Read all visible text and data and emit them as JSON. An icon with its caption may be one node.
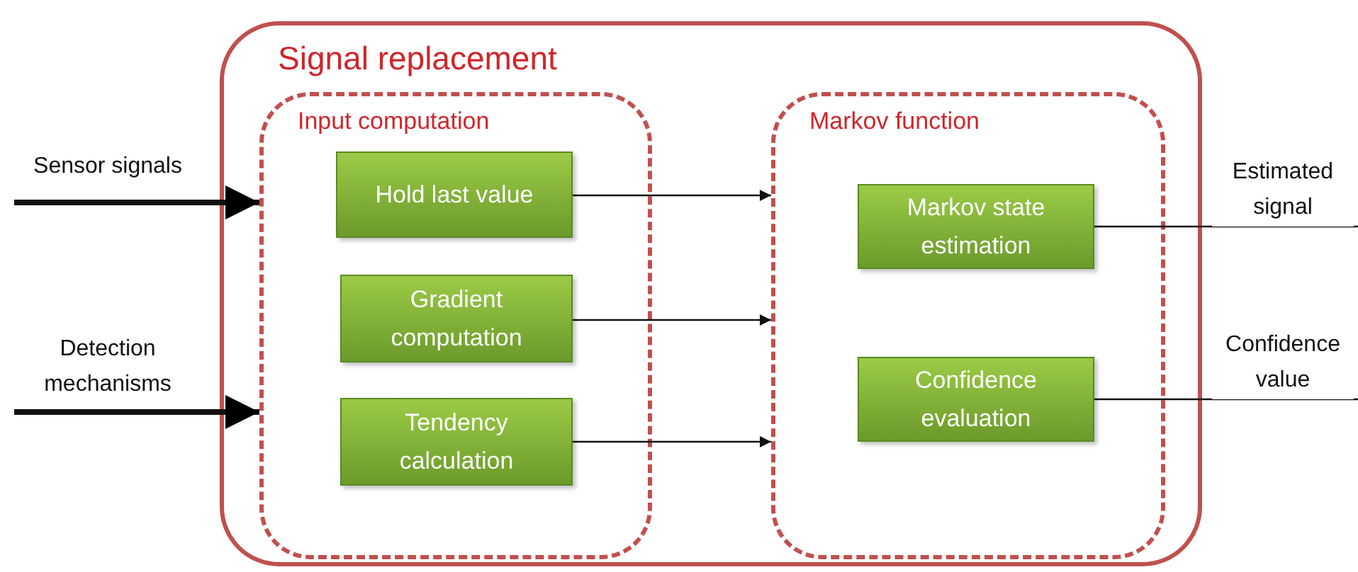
{
  "diagram": {
    "nodes": [
      {
        "text": [
          "Signal replacement"
        ]
      },
      {
        "text": [
          "Input computation"
        ],
        "in": 0
      },
      {
        "text": [
          "Hold last value"
        ],
        "in": 1
      },
      {
        "text": [
          "Gradient computation"
        ],
        "in": 1
      },
      {
        "text": [
          "Tendency calculation"
        ],
        "in": 1
      },
      {
        "text": [
          "Markov function"
        ],
        "in": 0
      },
      {
        "text": [
          "Markov state estimation"
        ],
        "in": 5
      },
      {
        "text": [
          "Confidence evaluation"
        ],
        "in": 5
      }
    ],
    "edges": [
      {
        "from": null,
        "to": 1,
        "arrow": "to",
        "style": "thick",
        "label": "Sensor signals"
      },
      {
        "from": null,
        "to": 1,
        "arrow": "to",
        "style": "thick",
        "label": "Detection mechanisms"
      },
      {
        "from": 2,
        "to": 5,
        "arrow": "to"
      },
      {
        "from": 3,
        "to": 5,
        "arrow": "to"
      },
      {
        "from": 4,
        "to": 5,
        "arrow": "to"
      },
      {
        "from": 6,
        "to": null,
        "arrow": "none",
        "label": "Estimated signal"
      },
      {
        "from": 7,
        "to": null,
        "arrow": "none",
        "label": "Confidence value"
      }
    ]
  }
}
